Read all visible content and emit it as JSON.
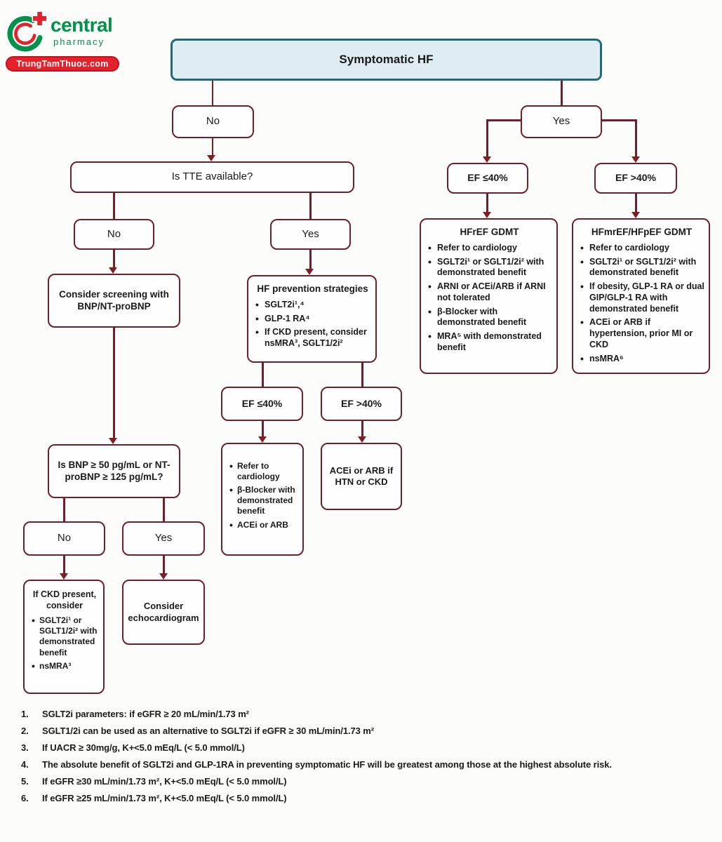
{
  "colors": {
    "maroon_border": "#6e1f2b",
    "arrow_red": "#7e1f28",
    "teal_border": "#20697a",
    "teal_fill": "#dfecf2",
    "logo_green": "#00914b",
    "logo_red": "#e5212c"
  },
  "logo": {
    "brand": "central",
    "tagline": "pharmacy",
    "site": "TrungTamThuoc.com"
  },
  "flow": {
    "symptomatic": "Symptomatic HF",
    "branch_no": "No",
    "branch_yes": "Yes",
    "tte_question": "Is TTE available?",
    "tte_no": "No",
    "tte_yes": "Yes",
    "screening": "Consider screening with BNP/NT-proBNP",
    "prevention": {
      "title": "HF prevention strategies",
      "bullets": [
        "SGLT2i¹,⁴",
        "GLP-1 RA⁴",
        "If CKD present, consider nsMRA³, SGLT1/2i²"
      ]
    },
    "mid_ef_low": "EF ≤40%",
    "mid_ef_high": "EF >40%",
    "mid_low_actions": {
      "bullets": [
        "Refer to cardiology",
        "β-Blocker with demonstrated benefit",
        "ACEi or ARB"
      ]
    },
    "mid_high_action": "ACEi or ARB if HTN or CKD",
    "bnp_question": "Is BNP ≥ 50 pg/mL or NT-proBNP ≥ 125 pg/mL?",
    "bnp_no": "No",
    "bnp_yes": "Yes",
    "ckd_actions": {
      "title": "If CKD present, consider",
      "bullets": [
        "SGLT2i¹ or SGLT1/2i² with demonstrated benefit",
        "nsMRA³"
      ]
    },
    "echo": "Consider echocardiogram",
    "right_ef_low": "EF ≤40%",
    "right_ef_high": "EF >40%",
    "hfref": {
      "title": "HFrEF GDMT",
      "bullets": [
        "Refer to cardiology",
        "SGLT2i¹ or SGLT1/2i² with demonstrated benefit",
        "ARNI or ACEi/ARB if ARNI not tolerated",
        "β-Blocker with demonstrated benefit",
        "MRA⁵ with demonstrated benefit"
      ]
    },
    "hfpef": {
      "title": "HFmrEF/HFpEF GDMT",
      "bullets": [
        "Refer to cardiology",
        "SGLT2i¹ or SGLT1/2i² with demonstrated benefit",
        "If obesity, GLP-1 RA or dual GIP/GLP-1 RA with demonstrated benefit",
        "ACEi or ARB if hypertension, prior MI or CKD",
        "nsMRA⁶"
      ]
    }
  },
  "footnotes": [
    "SGLT2i parameters: if eGFR ≥ 20 mL/min/1.73 m²",
    "SGLT1/2i can be used as an alternative to SGLT2i if eGFR ≥ 30 mL/min/1.73 m²",
    "If UACR ≥ 30mg/g, K+<5.0 mEq/L (< 5.0 mmol/L)",
    "The absolute benefit of SGLT2i and GLP-1RA in preventing symptomatic HF will be greatest among those at the highest absolute risk.",
    "If eGFR ≥30 mL/min/1.73 m², K+<5.0 mEq/L (< 5.0 mmol/L)",
    "If eGFR ≥25 mL/min/1.73 m², K+<5.0 mEq/L (< 5.0 mmol/L)"
  ]
}
